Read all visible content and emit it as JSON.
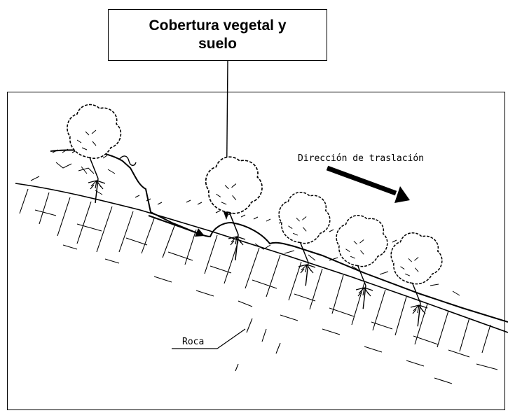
{
  "callout": {
    "text": "Cobertura vegetal y\nsuelo"
  },
  "labels": {
    "direction": "Dirección de traslación",
    "rock": "Roca"
  },
  "icons": [
    "tree-icon",
    "arrow-icon"
  ]
}
